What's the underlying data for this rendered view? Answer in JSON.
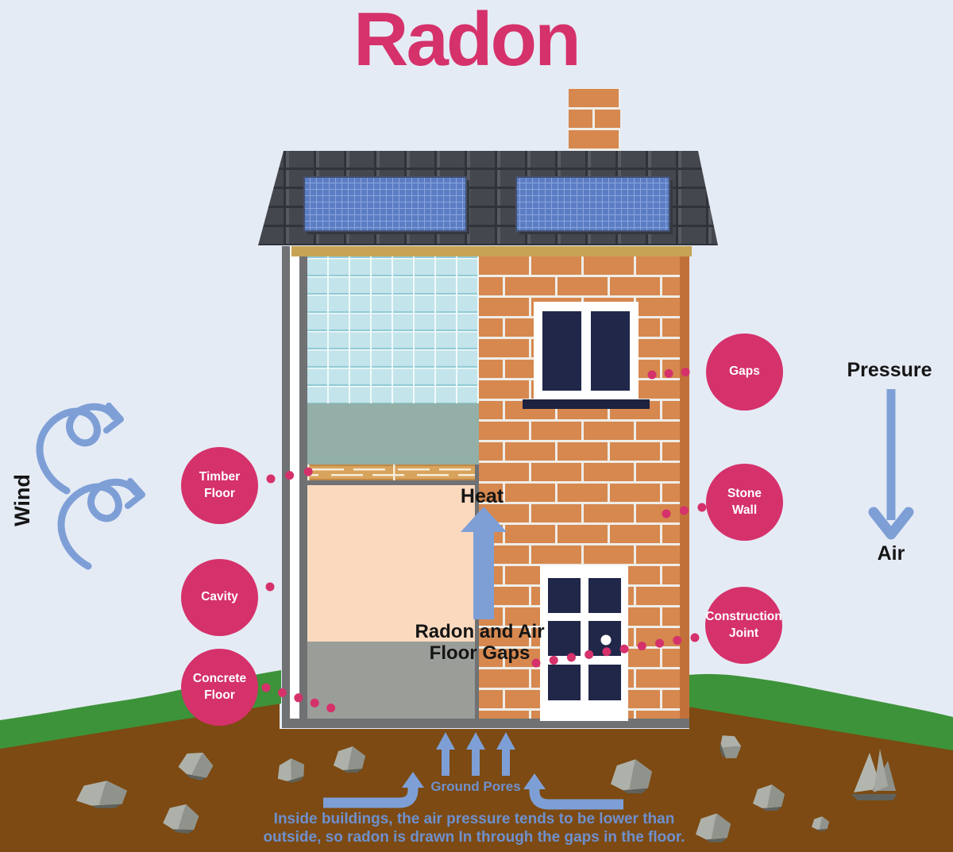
{
  "title": "Radon",
  "side_labels": {
    "wind": "Wind",
    "pressure": "Pressure",
    "air": "Air"
  },
  "house_labels": {
    "heat": "Heat",
    "radon_air_line1": "Radon and Air",
    "radon_air_line2": "Floor Gaps"
  },
  "callouts": {
    "timber_floor": {
      "line1": "Timber",
      "line2": "Floor"
    },
    "cavity": {
      "line1": "Cavity",
      "line2": ""
    },
    "concrete_floor": {
      "line1": "Concrete",
      "line2": "Floor"
    },
    "gaps": {
      "line1": "Gaps",
      "line2": ""
    },
    "stone_wall": {
      "line1": "Stone",
      "line2": "Wall"
    },
    "construction_joint": {
      "line1": "Construction",
      "line2": "Joint"
    }
  },
  "ground": {
    "pores_label": "Ground Pores",
    "caption_line1": "Inside buildings, the air pressure tends to be lower than",
    "caption_line2": "outside, so radon is drawn In through the gaps in the floor."
  },
  "colors": {
    "accent_pink": "#D5316B",
    "arrow_blue": "#7E9FD6",
    "caption_blue": "#6E90CE",
    "brick_orange": "#D6884F",
    "grass_green": "#3D9339",
    "soil_brown": "#7C4A12",
    "navy_glass": "#212749",
    "background": "#E5EBF5"
  }
}
